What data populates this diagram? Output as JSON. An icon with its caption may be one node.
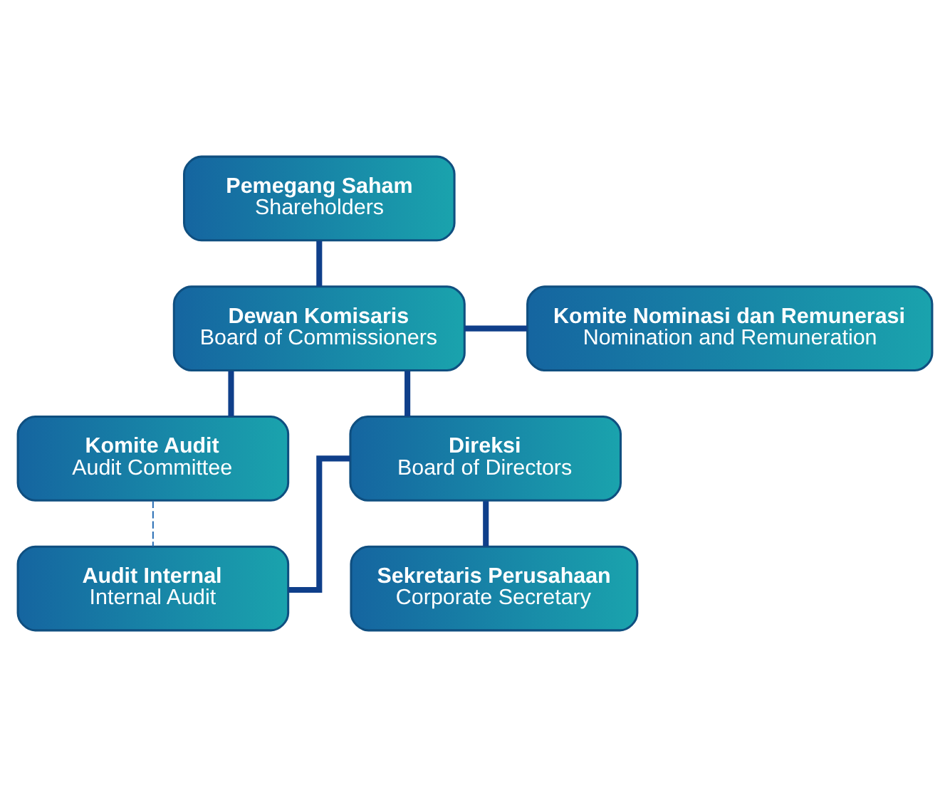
{
  "diagram": {
    "nodes": [
      {
        "text": [
          "Pemegang Saham",
          "Shareholders"
        ]
      },
      {
        "text": [
          "Komite Nominasi dan Remunerasi",
          "Nomination and Remuneration"
        ]
      },
      {
        "text": [
          "Dewan Komisaris",
          "Board of Commissioners"
        ]
      },
      {
        "text": [
          "Komite Audit",
          "Audit Committee"
        ]
      },
      {
        "text": [
          "Direksi",
          "Board of Directors"
        ]
      },
      {
        "text": [
          "Sekretaris Perusahaan",
          "Corporate Secretary"
        ]
      },
      {
        "text": [
          "Audit Internal",
          "Internal Audit"
        ]
      }
    ],
    "edges": [
      {
        "from": 0,
        "to": 2,
        "arrow": "none"
      },
      {
        "from": 2,
        "to": 1,
        "arrow": "none"
      },
      {
        "from": 2,
        "to": 3,
        "arrow": "none"
      },
      {
        "from": 2,
        "to": 4,
        "arrow": "none"
      },
      {
        "from": 4,
        "to": 5,
        "arrow": "none"
      },
      {
        "from": 4,
        "to": 6,
        "arrow": "none"
      },
      {
        "from": 3,
        "to": 6,
        "arrow": "none",
        "style": "dashed",
        "color": "#2a6fb5"
      }
    ]
  }
}
